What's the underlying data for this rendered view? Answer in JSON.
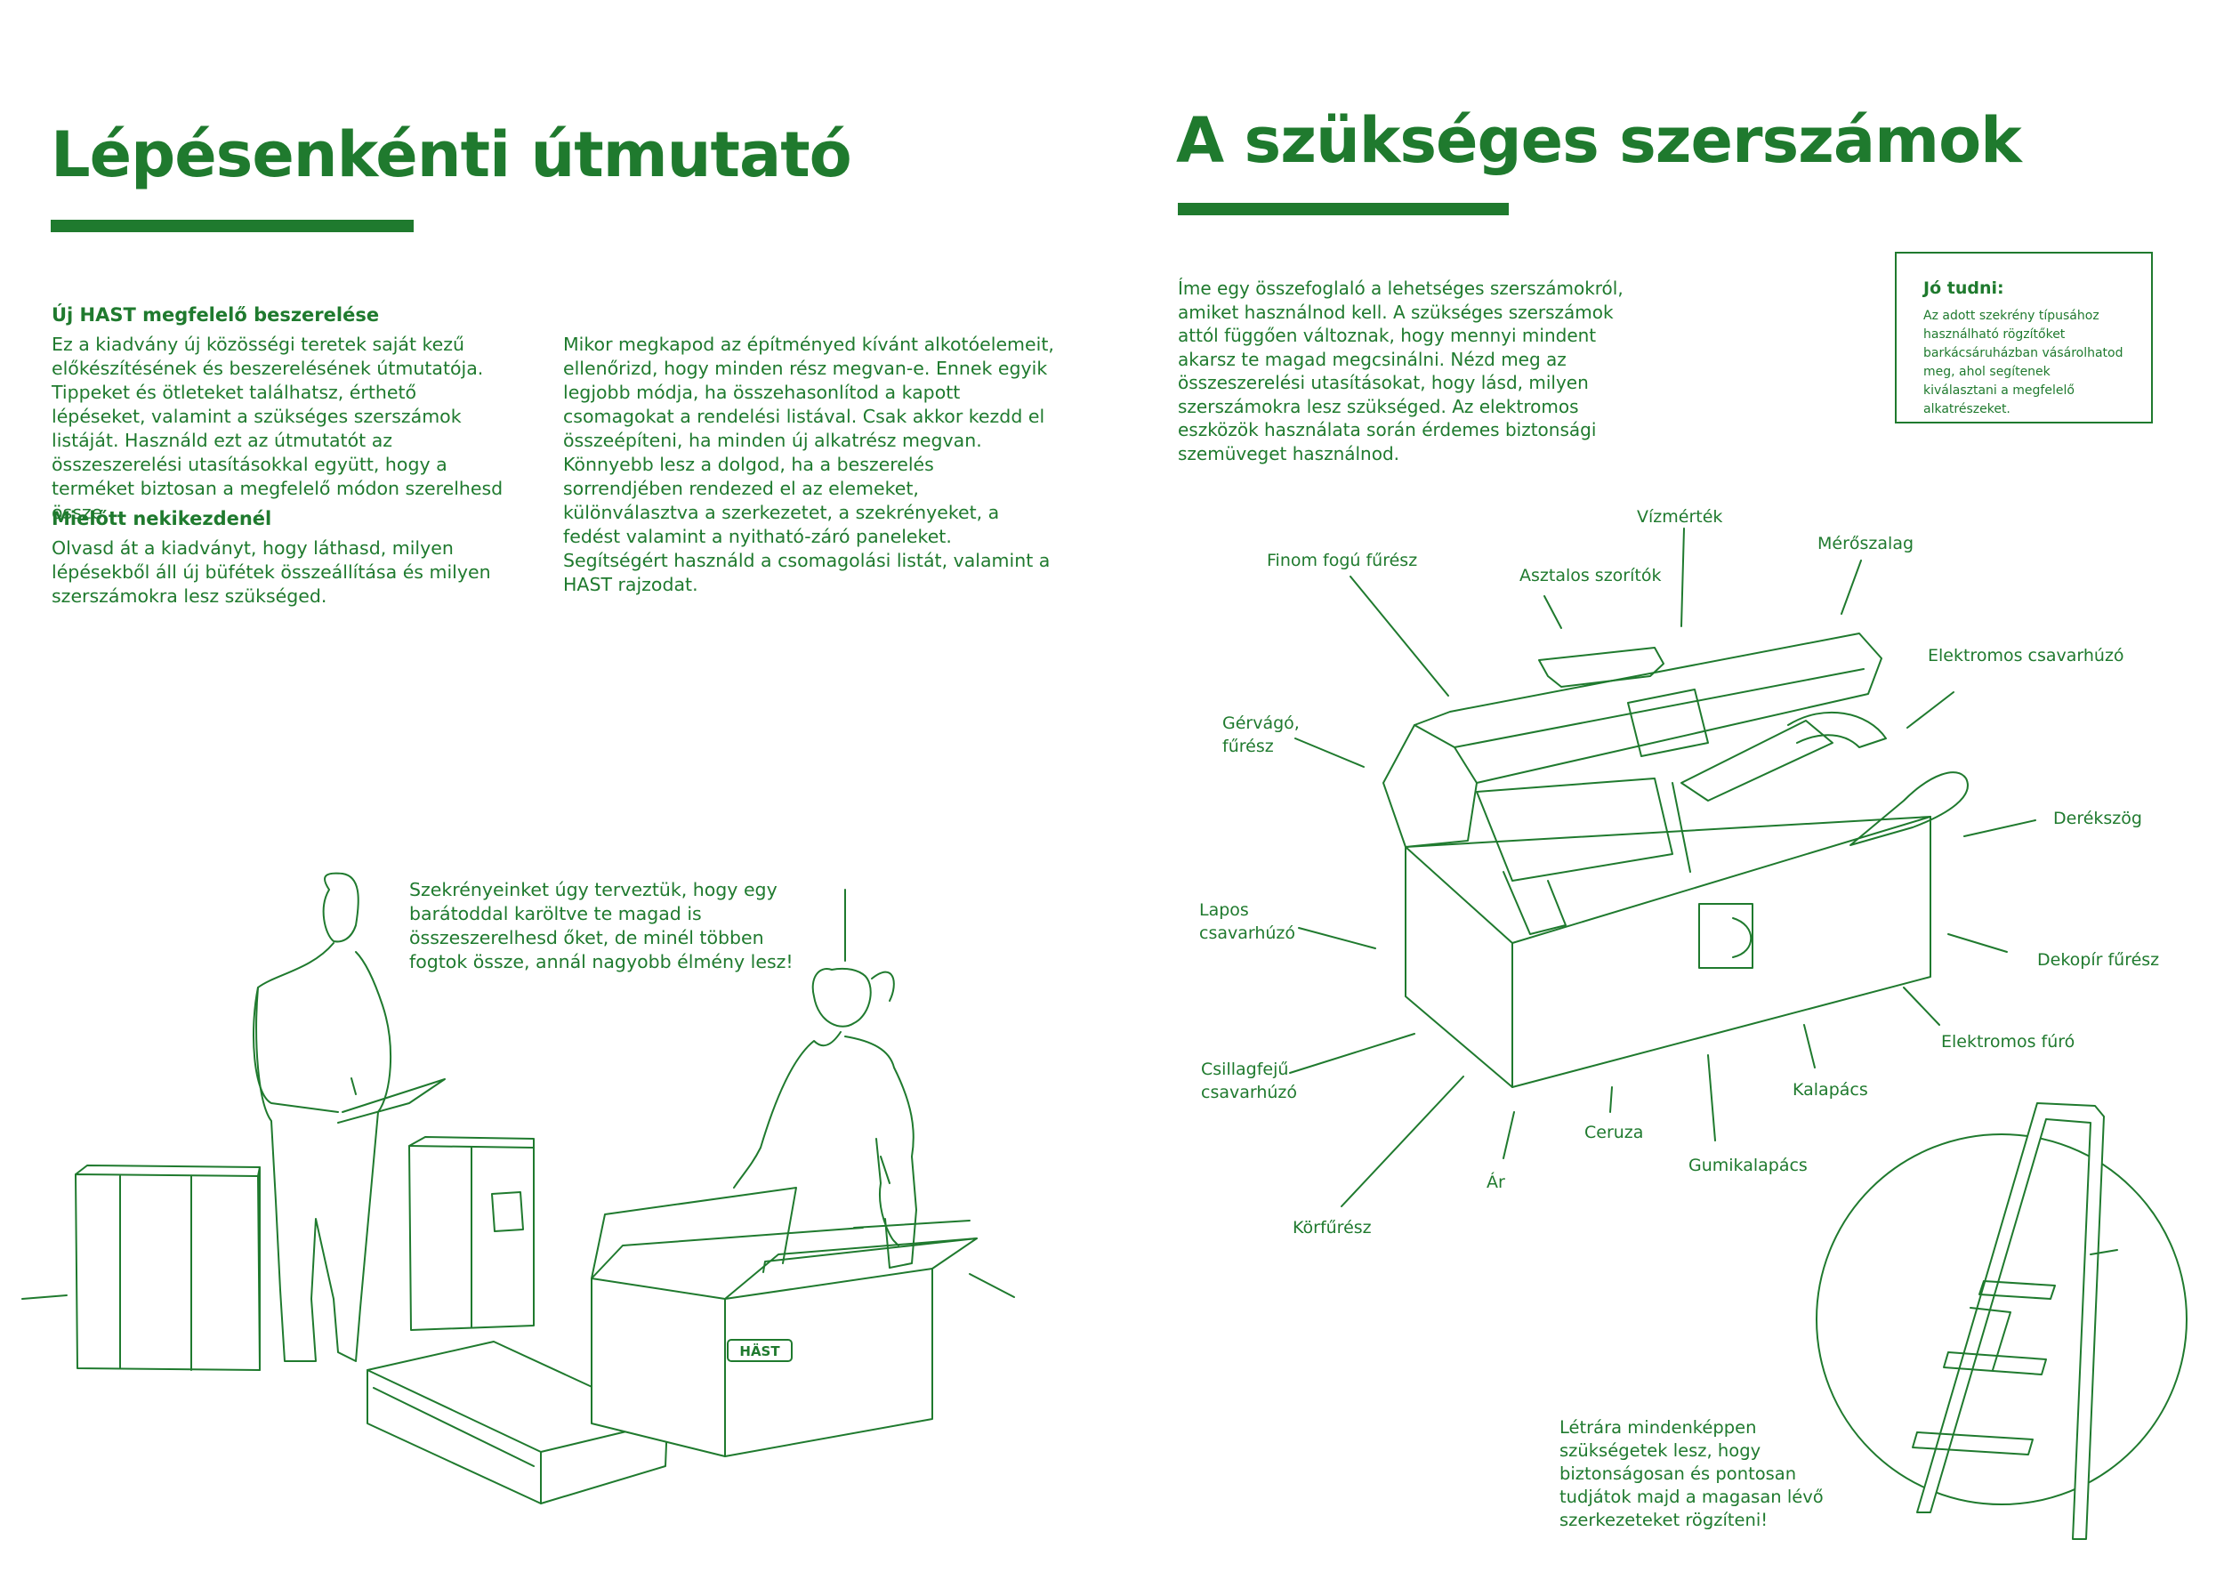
{
  "left": {
    "title": "Lépésenkénti útmutató",
    "section1_heading": "Új HAST megfelelő beszerelése",
    "section1_text": "Ez a kiadvány új közösségi teretek saját kezű előkészítésének és beszerelésének útmutatója. Tippeket és ötleteket találhatsz, érthető lépéseket, valamint a szükséges szerszámok listáját. Használd ezt az útmutatót az összeszerelési utasításokkal együtt, hogy a terméket biztosan a megfelelő módon szerelhesd össze.",
    "section2_heading": "Mielőtt nekikezdenél",
    "section2_text": "Olvasd át a kiadványt, hogy láthasd, milyen lépésekből áll új büfétek összeállítása és milyen szerszámokra lesz szükséged.",
    "column2_text": "Mikor megkapod az építményed kívánt alkotóelemeit, ellenőrizd, hogy minden rész megvan-e. Ennek egyik legjobb módja, ha összehasonlítod a kapott csomagokat a rendelési listával. Csak akkor kezdd el összeépíteni, ha minden új alkatrész megvan. Könnyebb lesz a dolgod, ha a beszerelés sorrendjében rendezed el az elemeket, különválasztva a szerkezetet, a szekrényeket, a fedést valamint a nyitható-záró paneleket. Segítségért használd a csomagolási listát, valamint a HAST rajzodat.",
    "illustration_caption": "Szekrényeinket úgy terveztük, hogy egy barátoddal karöltve te magad is összeszerelhesd őket, de minél többen fogtok össze, annál nagyobb élmény lesz!",
    "box_logo": "HÄST"
  },
  "right": {
    "title": "A szükséges szerszámok",
    "intro_text": "Íme egy összefoglaló a lehetséges szerszámokról, amiket használnod kell. A szükséges szerszámok attól függően változnak, hogy mennyi mindent akarsz te magad megcsinálni. Nézd meg az összeszerelési utasításokat, hogy lásd, milyen szerszámokra lesz szükséged. Az elektromos eszközök használata során érdemes biztonsági szemüveget használnod.",
    "note_title": "Jó tudni:",
    "note_text": "Az adott szekrény típusához használható rögzítőket barkácsáruházban vásárolhatod meg, ahol segítenek kiválasztani a megfelelő alkatrészeket.",
    "tools": {
      "finom_fogu_fureszt": "Finom fogú fűrész",
      "asztalos_szorito": "Asztalos szorítók",
      "vizmertek": "Vízmérték",
      "meroszalag": "Mérőszalag",
      "elektromos_csavarhuzo": "Elektromos csavarhúzó",
      "gervago_line1": "Gérvágó,",
      "gervago_line2": "fűrész",
      "derekszog": "Derékszög",
      "lapos_line1": "Lapos",
      "lapos_line2": "csavarhúzó",
      "dekopir": "Dekopír fűrész",
      "elektromos_furo": "Elektromos fúró",
      "csillag_line1": "Csillagfejű",
      "csillag_line2": "csavarhúzó",
      "kalapacs": "Kalapács",
      "ceruza": "Ceruza",
      "ar": "Ár",
      "gumikalapacs": "Gumikalapács",
      "korfureszt": "Körfűrész"
    },
    "ladder_text": "Létrára mindenképpen szükségetek lesz, hogy biztonságosan és pontosan tudjátok majd a magasan lévő szerkezeteket rögzíteni!"
  }
}
